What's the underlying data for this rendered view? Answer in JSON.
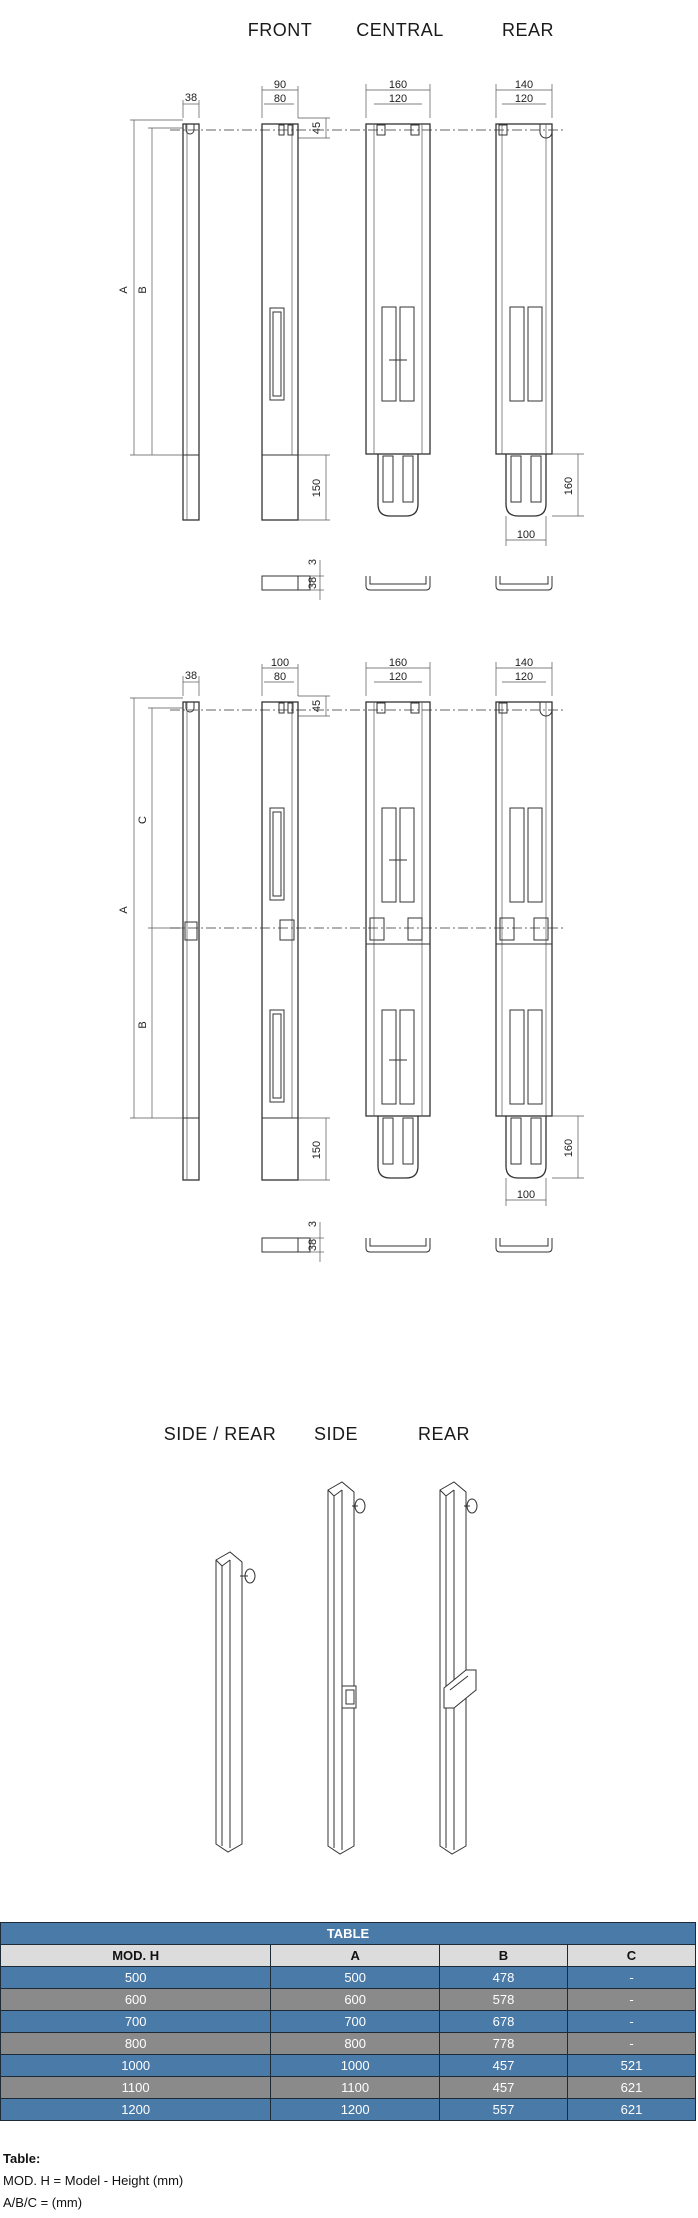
{
  "drawing1": {
    "headings": {
      "front": "FRONT",
      "central": "CENTRAL",
      "rear": "REAR"
    },
    "dims": {
      "side_w": "38",
      "label_a": "A",
      "label_b": "B",
      "front_outer": "90",
      "front_inner": "80",
      "front_top": "45",
      "front_bottom": "150",
      "central_outer": "160",
      "central_inner": "120",
      "rear_outer": "140",
      "rear_inner": "120",
      "rear_height": "160",
      "rear_width": "100",
      "section_thick": "3",
      "section_depth": "38"
    }
  },
  "drawing2": {
    "dims": {
      "side_w": "38",
      "label_a": "A",
      "label_b": "B",
      "label_c": "C",
      "front_outer": "100",
      "front_inner": "80",
      "front_top": "45",
      "front_bottom": "150",
      "central_outer": "160",
      "central_inner": "120",
      "rear_outer": "140",
      "rear_inner": "120",
      "rear_height": "160",
      "rear_width": "100",
      "section_thick": "3",
      "section_depth": "38"
    }
  },
  "drawing3": {
    "headings": {
      "side_rear": "SIDE / REAR",
      "side": "SIDE",
      "rear": "REAR"
    }
  },
  "table": {
    "title": "TABLE",
    "headers": [
      "MOD. H",
      "A",
      "B",
      "C"
    ],
    "rows": [
      [
        "500",
        "500",
        "478",
        "-"
      ],
      [
        "600",
        "600",
        "578",
        "-"
      ],
      [
        "700",
        "700",
        "678",
        "-"
      ],
      [
        "800",
        "800",
        "778",
        "-"
      ],
      [
        "1000",
        "1000",
        "457",
        "521"
      ],
      [
        "1100",
        "1100",
        "457",
        "621"
      ],
      [
        "1200",
        "1200",
        "557",
        "621"
      ]
    ],
    "row_colors": [
      "blue",
      "grey",
      "blue",
      "grey",
      "blue",
      "grey",
      "blue"
    ],
    "colors": {
      "blue": "#4a7aa8",
      "grey": "#8a8a8a",
      "header": "#dcdcdc"
    }
  },
  "notes": {
    "title": "Table:",
    "line1": "MOD. H = Model - Height (mm)",
    "line2": "A/B/C = (mm)"
  }
}
